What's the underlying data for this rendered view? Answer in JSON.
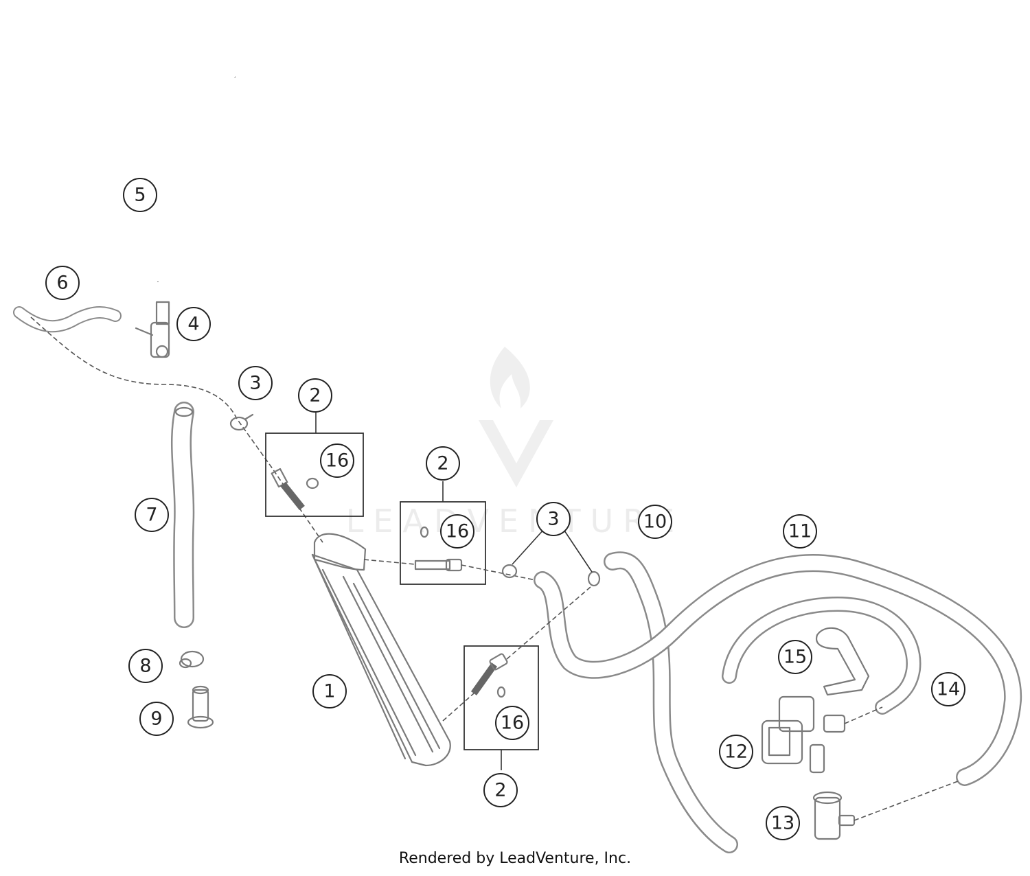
{
  "diagram": {
    "watermark_text": "LEADVENTURE",
    "footer": "Rendered by LeadVenture, Inc.",
    "callouts": [
      {
        "id": "c5",
        "label": "5"
      },
      {
        "id": "c6",
        "label": "6"
      },
      {
        "id": "c4",
        "label": "4"
      },
      {
        "id": "c3a",
        "label": "3"
      },
      {
        "id": "c2a",
        "label": "2"
      },
      {
        "id": "c16a",
        "label": "16"
      },
      {
        "id": "c2b",
        "label": "2"
      },
      {
        "id": "c16b",
        "label": "16"
      },
      {
        "id": "c3b",
        "label": "3"
      },
      {
        "id": "c10",
        "label": "10"
      },
      {
        "id": "c11",
        "label": "11"
      },
      {
        "id": "c7",
        "label": "7"
      },
      {
        "id": "c8",
        "label": "8"
      },
      {
        "id": "c9",
        "label": "9"
      },
      {
        "id": "c1",
        "label": "1"
      },
      {
        "id": "c15",
        "label": "15"
      },
      {
        "id": "c14",
        "label": "14"
      },
      {
        "id": "c16c",
        "label": "16"
      },
      {
        "id": "c12",
        "label": "12"
      },
      {
        "id": "c2c",
        "label": "2"
      },
      {
        "id": "c13",
        "label": "13"
      }
    ]
  }
}
